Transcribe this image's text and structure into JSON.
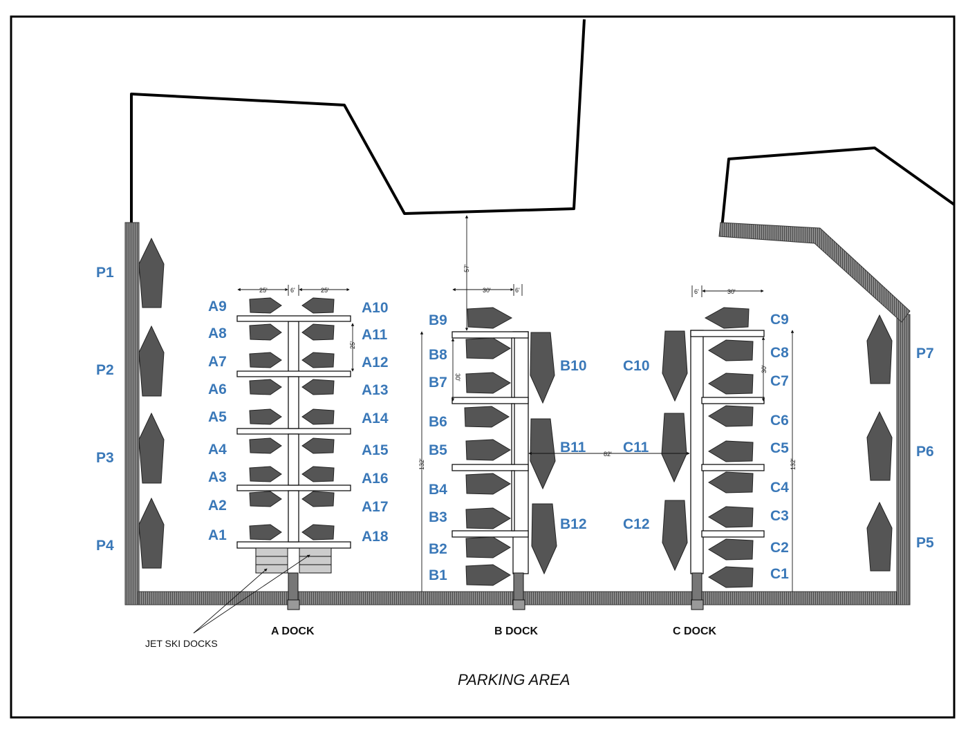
{
  "parking_area_label": "PARKING AREA",
  "jet_ski_label": "JET SKI DOCKS",
  "docks": {
    "a": "A DOCK",
    "b": "B DOCK",
    "c": "C DOCK"
  },
  "dimensions": {
    "a_slip_width_left": "25'",
    "a_walk_width": "6'",
    "a_slip_width_right": "25'",
    "a_slip_spacing": "25'",
    "b_slip_width": "30'",
    "b_walk_width": "6'",
    "b_slip_spacing": "30'",
    "c_walk_width": "6'",
    "c_slip_width": "30'",
    "c_slip_spacing": "30'",
    "b_length": "132'",
    "c_length": "132'",
    "b_to_shore": "57'",
    "b_to_c": "82'"
  },
  "slips": {
    "A1": "A1",
    "A2": "A2",
    "A3": "A3",
    "A4": "A4",
    "A5": "A5",
    "A6": "A6",
    "A7": "A7",
    "A8": "A8",
    "A9": "A9",
    "A10": "A10",
    "A11": "A11",
    "A12": "A12",
    "A13": "A13",
    "A14": "A14",
    "A15": "A15",
    "A16": "A16",
    "A17": "A17",
    "A18": "A18",
    "B1": "B1",
    "B2": "B2",
    "B3": "B3",
    "B4": "B4",
    "B5": "B5",
    "B6": "B6",
    "B7": "B7",
    "B8": "B8",
    "B9": "B9",
    "B10": "B10",
    "B11": "B11",
    "B12": "B12",
    "C1": "C1",
    "C2": "C2",
    "C3": "C3",
    "C4": "C4",
    "C5": "C5",
    "C6": "C6",
    "C7": "C7",
    "C8": "C8",
    "C9": "C9",
    "C10": "C10",
    "C11": "C11",
    "C12": "C12",
    "P1": "P1",
    "P2": "P2",
    "P3": "P3",
    "P4": "P4",
    "P5": "P5",
    "P6": "P6",
    "P7": "P7"
  },
  "colors": {
    "slip_label": "#3a78b8",
    "boat": "#555555"
  }
}
